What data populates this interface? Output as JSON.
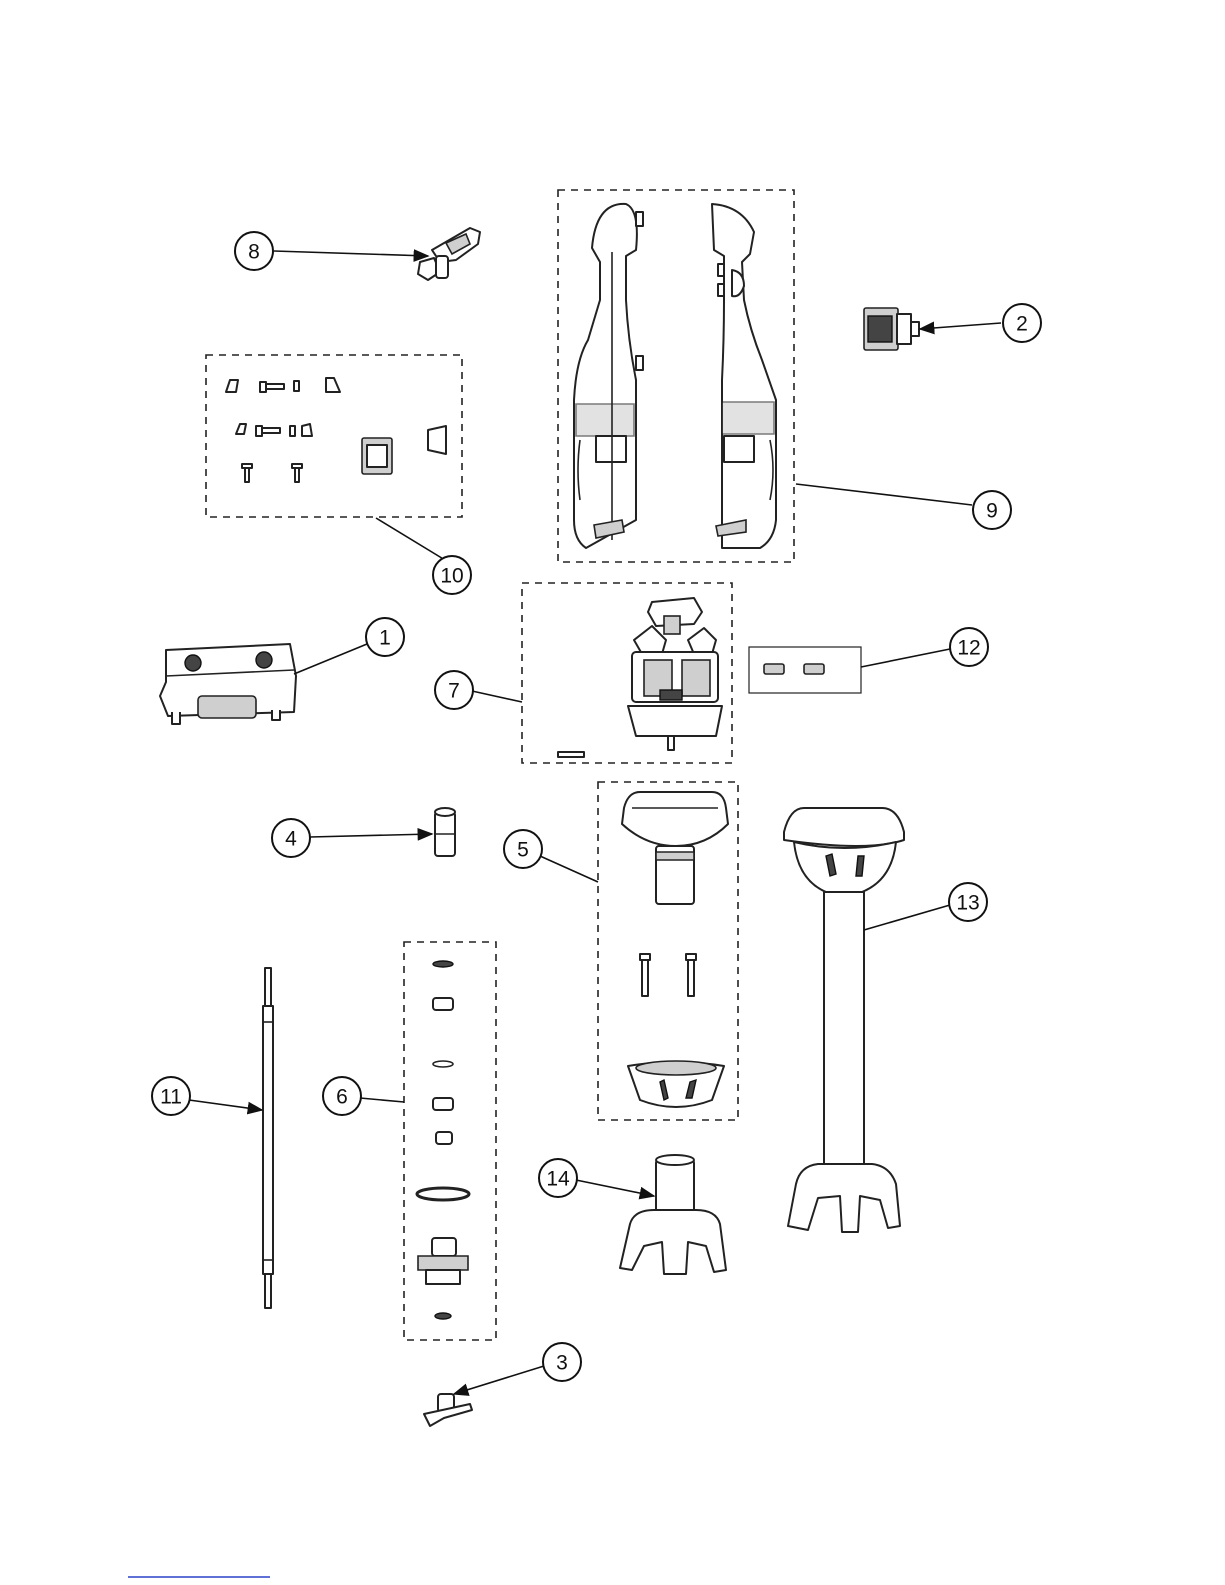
{
  "callouts": [
    {
      "id": "1",
      "label": "1"
    },
    {
      "id": "2",
      "label": "2"
    },
    {
      "id": "3",
      "label": "3"
    },
    {
      "id": "4",
      "label": "4"
    },
    {
      "id": "5",
      "label": "5"
    },
    {
      "id": "6",
      "label": "6"
    },
    {
      "id": "7",
      "label": "7"
    },
    {
      "id": "8",
      "label": "8"
    },
    {
      "id": "9",
      "label": "9"
    },
    {
      "id": "10",
      "label": "10"
    },
    {
      "id": "11",
      "label": "11"
    },
    {
      "id": "12",
      "label": "12"
    },
    {
      "id": "13",
      "label": "13"
    },
    {
      "id": "14",
      "label": "14"
    }
  ],
  "colors": {
    "line": "#222222",
    "background": "#ffffff",
    "footer_rule": "#2a40c8"
  }
}
